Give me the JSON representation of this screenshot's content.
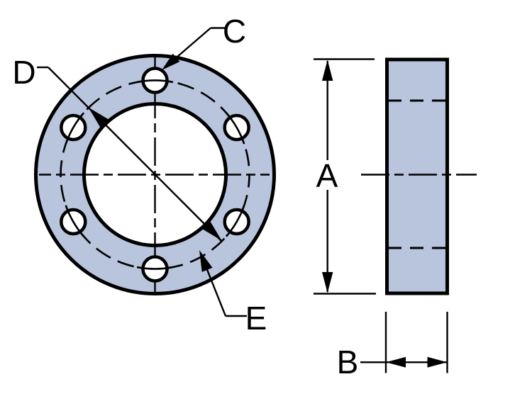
{
  "labels": {
    "side_height": "A",
    "thickness": "B",
    "bolt_hole": "C",
    "bore_diameter": "D",
    "bolt_circle": "E"
  },
  "colors": {
    "part_fill": "#b9c5dd",
    "hole_fill": "#ffffff",
    "line": "#000000",
    "background": "#ffffff"
  }
}
